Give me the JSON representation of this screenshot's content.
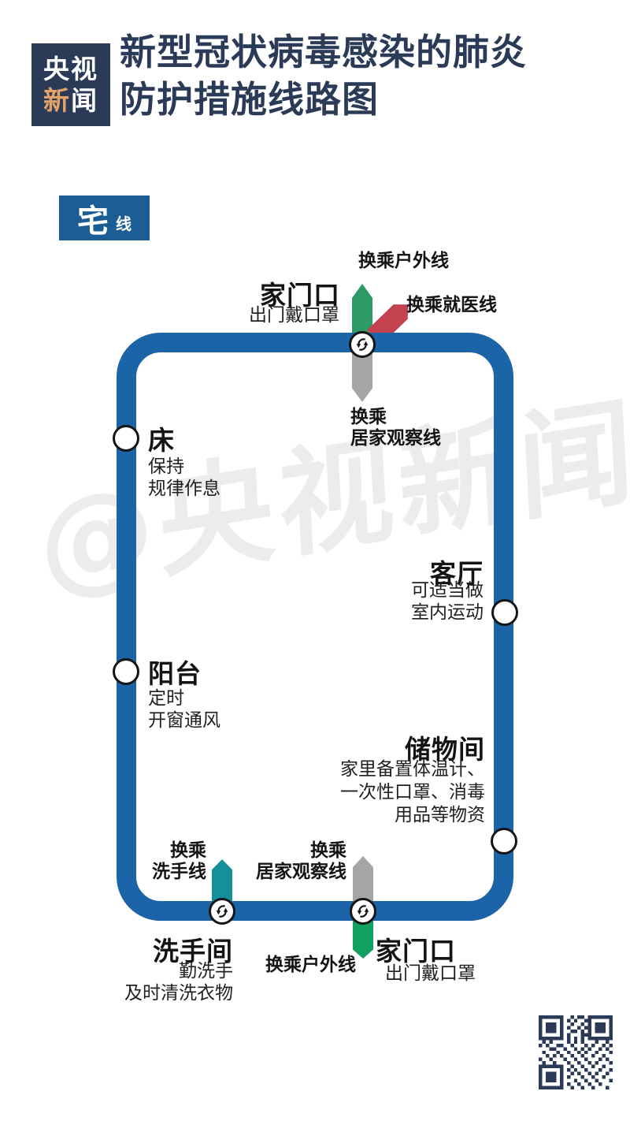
{
  "header": {
    "logo": {
      "line1": "央视",
      "line2_accent": "新",
      "line2_rest": "闻"
    },
    "title_line1": "新型冠状病毒感染的肺炎",
    "title_line2": "防护措施线路图"
  },
  "line_badge": {
    "name": "宅",
    "suffix": "线"
  },
  "map": {
    "stations": {
      "top_door": {
        "name": "家门口",
        "desc": "出门戴口罩"
      },
      "bed": {
        "name": "床",
        "desc1": "保持",
        "desc2": "规律作息"
      },
      "living_room": {
        "name": "客厅",
        "desc1": "可适当做",
        "desc2": "室内运动"
      },
      "balcony": {
        "name": "阳台",
        "desc1": "定时",
        "desc2": "开窗通风"
      },
      "storage": {
        "name": "储物间",
        "desc1": "家里备置体温计、",
        "desc2": "一次性口罩、消毒",
        "desc3": "用品等物资"
      },
      "bathroom": {
        "name": "洗手间",
        "desc1": "勤洗手",
        "desc2": "及时清洗衣物"
      },
      "bottom_door": {
        "name": "家门口",
        "desc": "出门戴口罩"
      }
    },
    "transfers": {
      "outdoor_top": {
        "label": "换乘户外线"
      },
      "medical": {
        "label": "换乘就医线"
      },
      "observe_top": {
        "label1": "换乘",
        "label2": "居家观察线"
      },
      "handwash": {
        "label1": "换乘",
        "label2": "洗手线"
      },
      "observe_bottom": {
        "label1": "换乘",
        "label2": "居家观察线"
      },
      "outdoor_bottom": {
        "label": "换乘户外线"
      }
    }
  },
  "watermark": "@央视新闻",
  "colors": {
    "navy": "#2b3a57",
    "orange": "#e3a368",
    "line-blue": "#1a64a7",
    "badge-blue": "#1d5d96",
    "green": "#2d9b66",
    "green-bright": "#12a163",
    "red": "#c44150",
    "gray-arrow": "#a5a5a5",
    "teal": "#15909a",
    "ink": "#141414",
    "watermark-gray": "#ececec"
  }
}
